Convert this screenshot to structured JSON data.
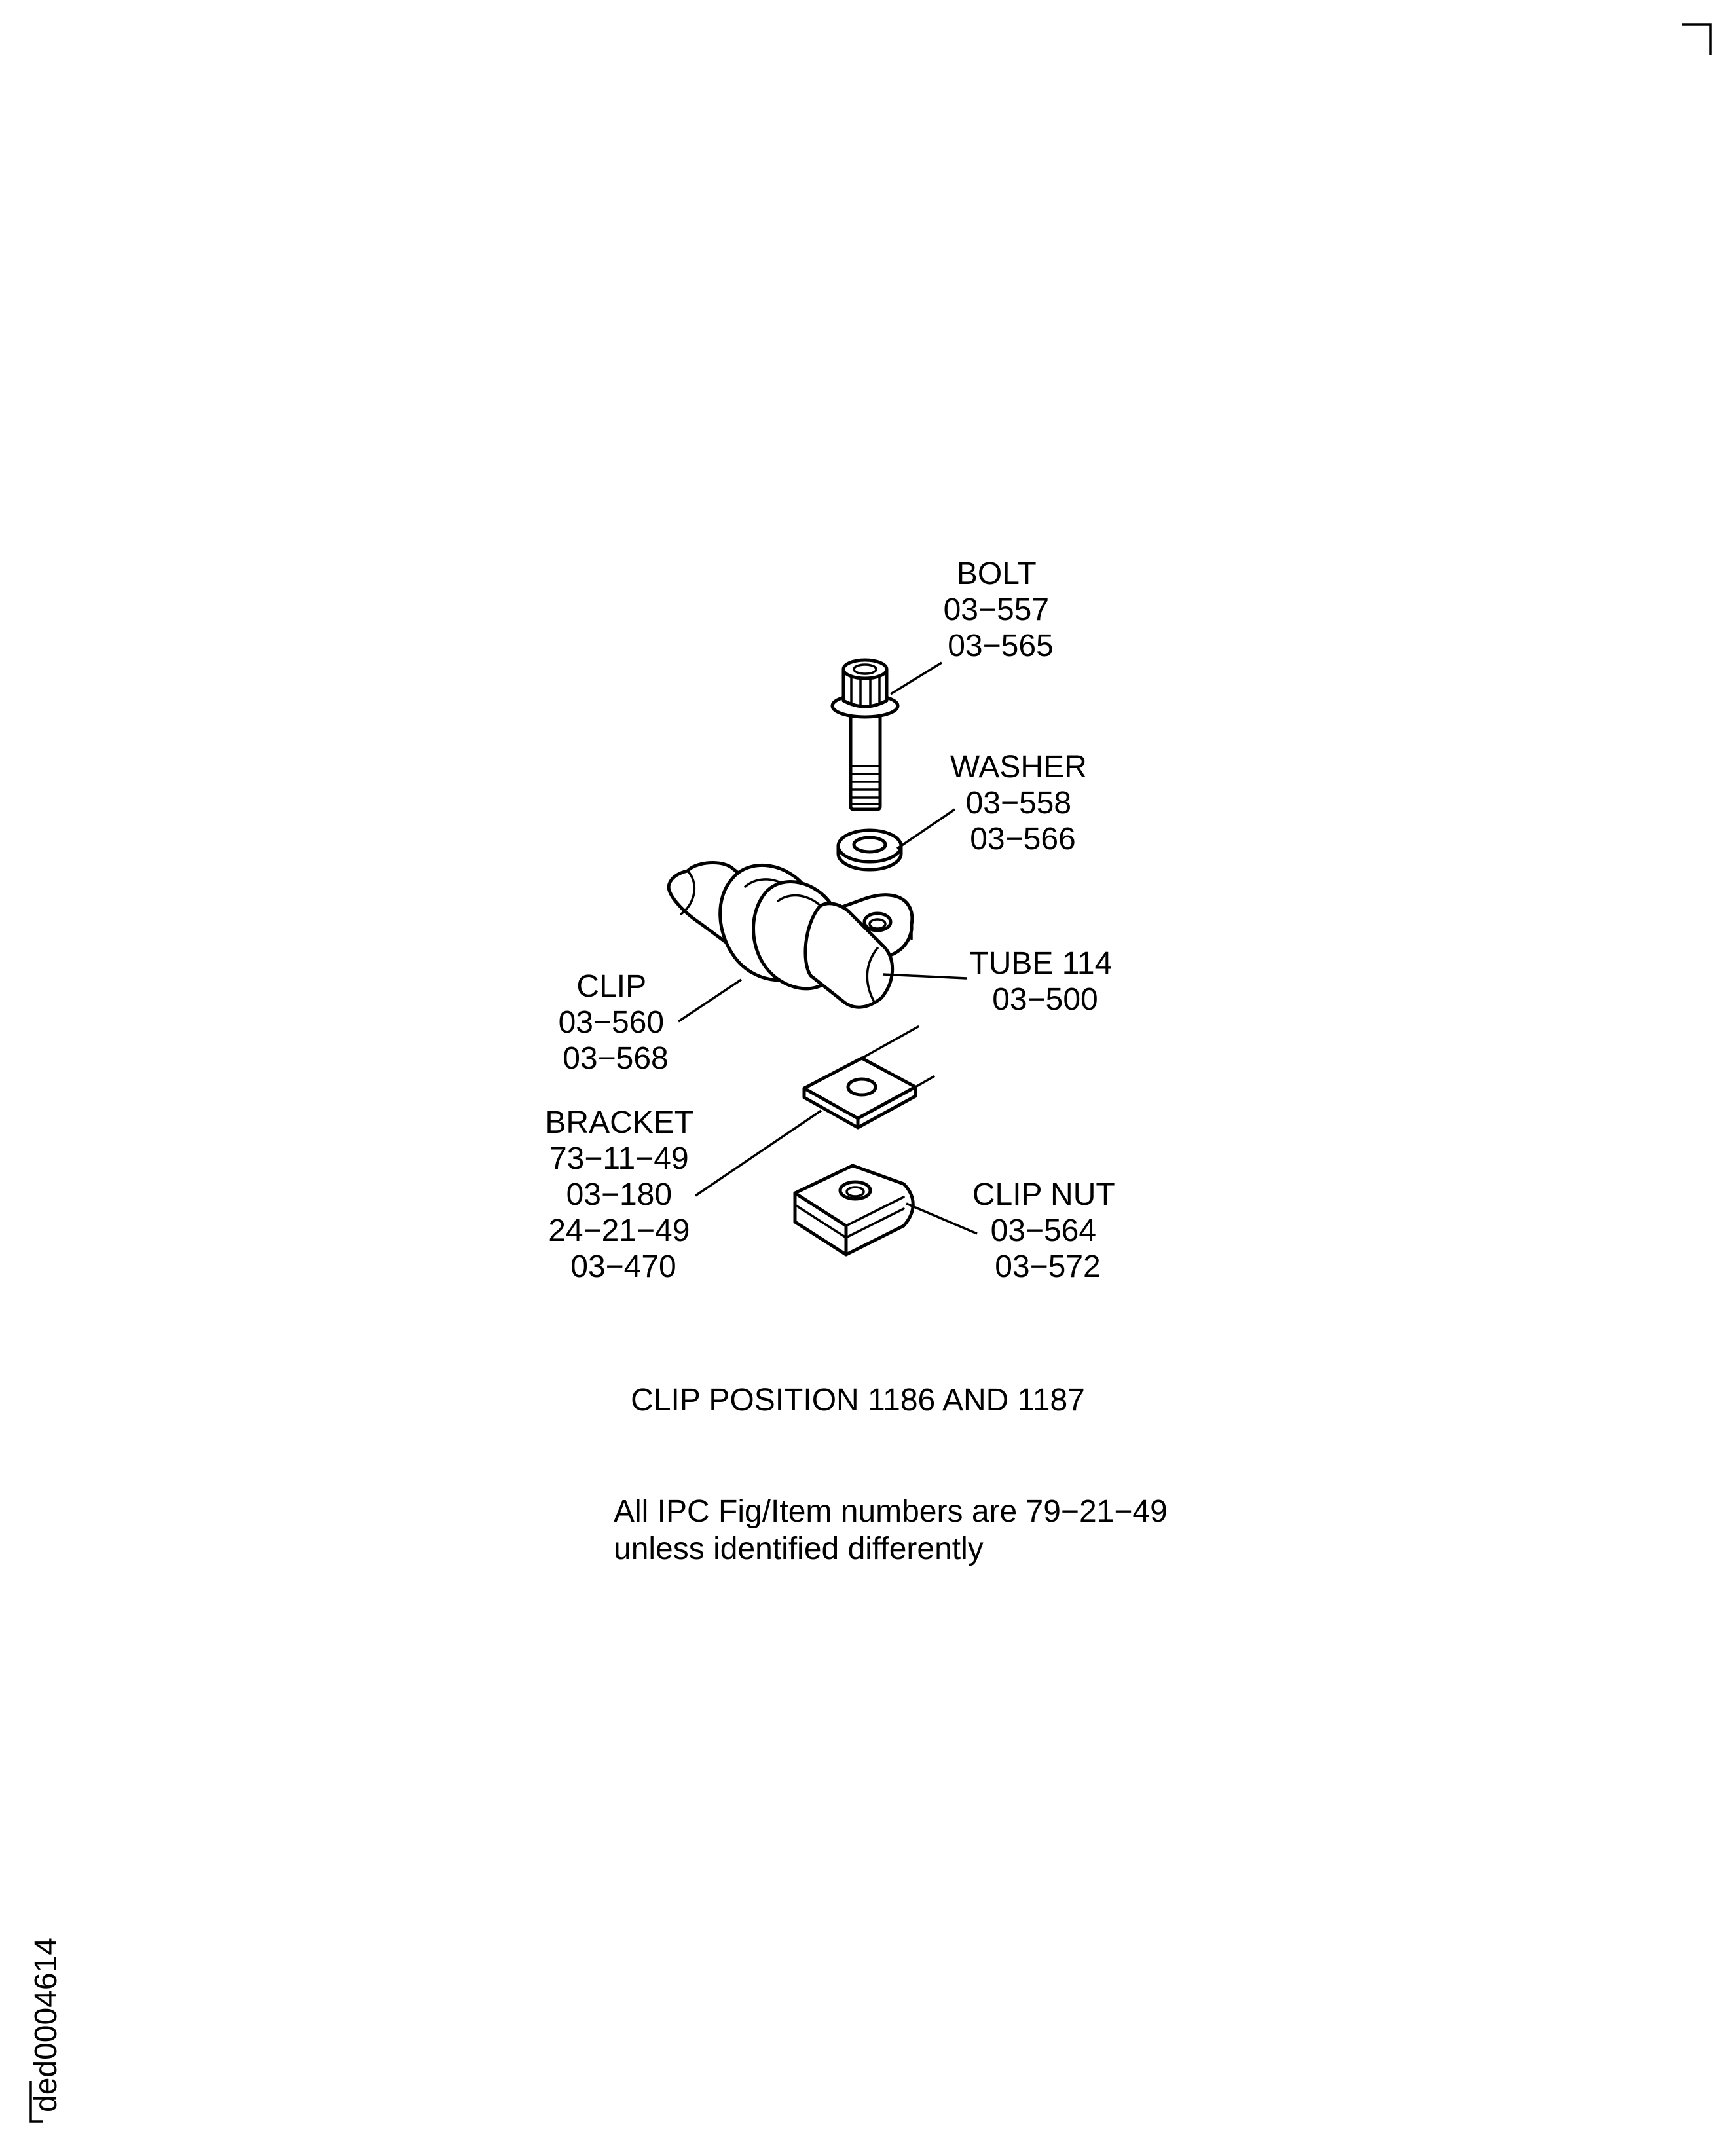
{
  "callouts": {
    "bolt": {
      "name": "BOLT",
      "numbers": [
        "03−557",
        "03−565"
      ]
    },
    "washer": {
      "name": "WASHER",
      "numbers": [
        "03−558",
        "03−566"
      ]
    },
    "tube": {
      "name": "TUBE 114",
      "numbers": [
        "03−500"
      ]
    },
    "clip": {
      "name": "CLIP",
      "numbers": [
        "03−560",
        "03−568"
      ]
    },
    "bracket": {
      "name": "BRACKET",
      "numbers": [
        "73−11−49",
        "03−180",
        "24−21−49",
        "03−470"
      ]
    },
    "clip_nut": {
      "name": "CLIP NUT",
      "numbers": [
        "03−564",
        "03−572"
      ]
    }
  },
  "caption": "CLIP POSITION 1186 AND 1187",
  "note": {
    "line1": "All IPC Fig/Item numbers are 79−21−49",
    "line2": "unless identified differently"
  },
  "drawing_id": "ded0004614"
}
